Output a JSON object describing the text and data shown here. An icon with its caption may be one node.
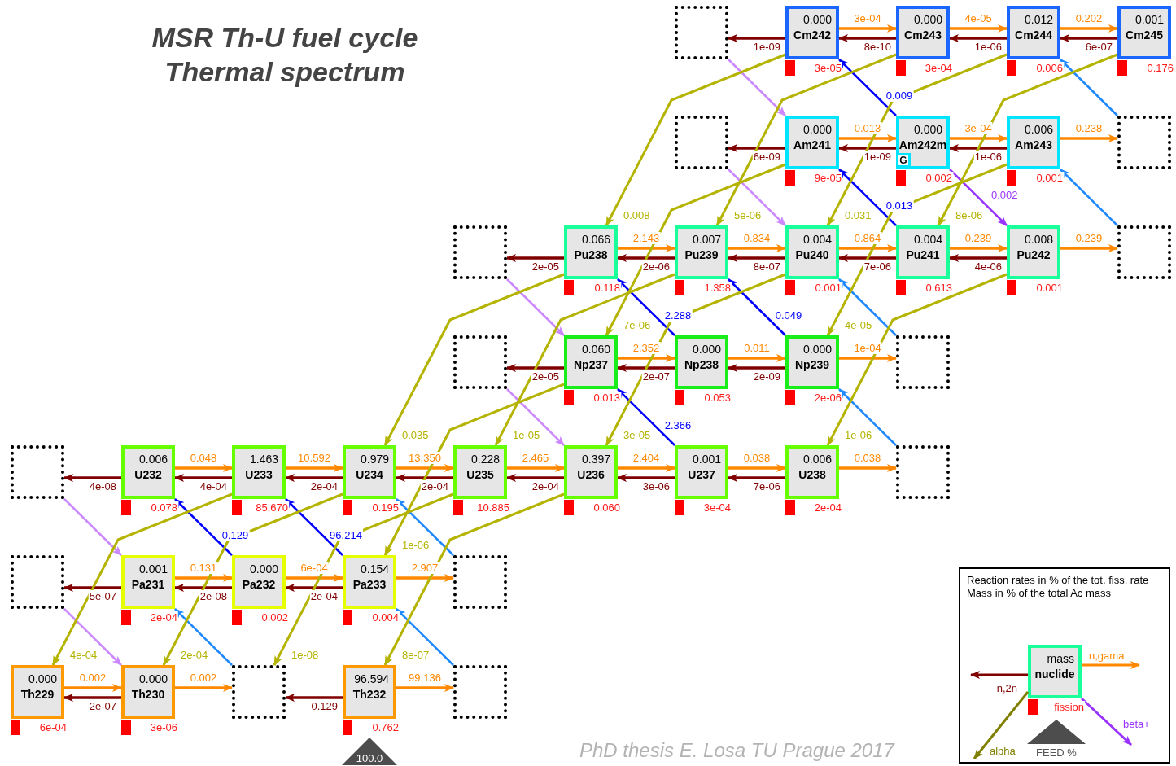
{
  "diagram": {
    "title": "MSR Th-U fuel cycle Thermal spectrum",
    "caption": "PhD thesis E. Losa TU Prague 2017",
    "nodes": [
      {
        "text": [],
        "shape": "box"
      },
      {
        "text": [
          "0.000",
          "Cm242"
        ],
        "beside": [
          "3e-05"
        ]
      },
      {
        "text": [
          "0.000",
          "Cm243"
        ],
        "beside": [
          "3e-04"
        ]
      },
      {
        "text": [
          "0.012",
          "Cm244"
        ],
        "beside": [
          "0.006"
        ]
      },
      {
        "text": [
          "0.001",
          "Cm245"
        ],
        "beside": [
          "0.176"
        ]
      },
      {
        "text": [],
        "shape": "box"
      },
      {
        "text": [
          "0.000",
          "Am241"
        ],
        "beside": [
          "9e-05"
        ]
      },
      {
        "text": [
          "0.000",
          "Am242m"
        ],
        "beside": [
          "0.002"
        ]
      },
      {
        "text": [
          "G"
        ],
        "in": 7
      },
      {
        "text": [
          "0.006",
          "Am243"
        ],
        "beside": [
          "0.001"
        ]
      },
      {
        "text": [],
        "shape": "box"
      },
      {
        "text": [],
        "shape": "box"
      },
      {
        "text": [
          "0.066",
          "Pu238"
        ],
        "beside": [
          "0.118"
        ]
      },
      {
        "text": [
          "0.007",
          "Pu239"
        ],
        "beside": [
          "1.358"
        ]
      },
      {
        "text": [
          "0.004",
          "Pu240"
        ],
        "beside": [
          "0.001"
        ]
      },
      {
        "text": [
          "0.004",
          "Pu241"
        ],
        "beside": [
          "0.613"
        ]
      },
      {
        "text": [
          "0.008",
          "Pu242"
        ],
        "beside": [
          "0.001"
        ]
      },
      {
        "text": [],
        "shape": "box"
      },
      {
        "text": [],
        "shape": "box"
      },
      {
        "text": [
          "0.060",
          "Np237"
        ],
        "beside": [
          "0.013"
        ]
      },
      {
        "text": [
          "0.000",
          "Np238"
        ],
        "beside": [
          "0.053"
        ]
      },
      {
        "text": [
          "0.000",
          "Np239"
        ],
        "beside": [
          "2e-06"
        ]
      },
      {
        "text": [],
        "shape": "box"
      },
      {
        "text": [],
        "shape": "box"
      },
      {
        "text": [
          "0.006",
          "U232"
        ],
        "beside": [
          "0.078"
        ]
      },
      {
        "text": [
          "1.463",
          "U233"
        ],
        "beside": [
          "85.670"
        ]
      },
      {
        "text": [
          "0.979",
          "U234"
        ],
        "beside": [
          "0.195"
        ]
      },
      {
        "text": [
          "0.228",
          "U235"
        ],
        "beside": [
          "10.885"
        ]
      },
      {
        "text": [
          "0.397",
          "U236"
        ],
        "beside": [
          "0.060"
        ]
      },
      {
        "text": [
          "0.001",
          "U237"
        ],
        "beside": [
          "3e-04"
        ]
      },
      {
        "text": [
          "0.006",
          "U238"
        ],
        "beside": [
          "2e-04"
        ]
      },
      {
        "text": [],
        "shape": "box"
      },
      {
        "text": [],
        "shape": "box"
      },
      {
        "text": [
          "0.001",
          "Pa231"
        ],
        "beside": [
          "2e-04"
        ]
      },
      {
        "text": [
          "0.000",
          "Pa232"
        ],
        "beside": [
          "0.002"
        ]
      },
      {
        "text": [
          "0.154",
          "Pa233"
        ],
        "beside": [
          "0.004"
        ]
      },
      {
        "text": [],
        "shape": "box"
      },
      {
        "text": [
          "0.000",
          "Th229"
        ],
        "beside": [
          "6e-04"
        ]
      },
      {
        "text": [
          "0.000",
          "Th230"
        ],
        "beside": [
          "3e-06"
        ]
      },
      {
        "text": [],
        "shape": "box"
      },
      {
        "text": [
          "96.594",
          "Th232"
        ],
        "beside": [
          "0.762"
        ]
      },
      {
        "text": [],
        "shape": "box"
      },
      {
        "text": [
          "100.0"
        ]
      },
      {
        "text": [
          "Reaction rates in % of the tot. fiss. rate",
          "Mass in % of the total Ac mass"
        ]
      },
      {
        "text": [
          "mass",
          "nuclide"
        ],
        "in": 43,
        "beside": [
          "fission"
        ]
      },
      {
        "text": [
          "FEED %"
        ],
        "in": 43
      }
    ],
    "edges": [
      {
        "from": 1,
        "to": 2,
        "arrow": "to",
        "label": "3e-04"
      },
      {
        "from": 2,
        "to": 3,
        "arrow": "to",
        "label": "4e-05"
      },
      {
        "from": 3,
        "to": 4,
        "arrow": "to",
        "label": "0.202"
      },
      {
        "from": 1,
        "to": 0,
        "arrow": "to",
        "label": "1e-09",
        "color": "#800000"
      },
      {
        "from": 2,
        "to": 1,
        "arrow": "to",
        "label": "8e-10",
        "color": "#800000"
      },
      {
        "from": 3,
        "to": 2,
        "arrow": "to",
        "label": "1e-06",
        "color": "#800000"
      },
      {
        "from": 4,
        "to": 3,
        "arrow": "to",
        "label": "6e-07",
        "color": "#800000"
      },
      {
        "from": 6,
        "to": 7,
        "arrow": "to",
        "label": "0.013"
      },
      {
        "from": 7,
        "to": 9,
        "arrow": "to",
        "label": "3e-04"
      },
      {
        "from": 9,
        "to": 10,
        "arrow": "to",
        "label": "0.238"
      },
      {
        "from": 6,
        "to": 5,
        "arrow": "to",
        "label": "6e-09",
        "color": "#800000"
      },
      {
        "from": 7,
        "to": 6,
        "arrow": "to",
        "label": "1e-09",
        "color": "#800000"
      },
      {
        "from": 9,
        "to": 7,
        "arrow": "to",
        "label": "1e-06",
        "color": "#800000"
      },
      {
        "from": 12,
        "to": 13,
        "arrow": "to",
        "label": "2.143"
      },
      {
        "from": 13,
        "to": 14,
        "arrow": "to",
        "label": "0.834"
      },
      {
        "from": 14,
        "to": 15,
        "arrow": "to",
        "label": "0.864"
      },
      {
        "from": 15,
        "to": 16,
        "arrow": "to",
        "label": "0.239"
      },
      {
        "from": 16,
        "to": 17,
        "arrow": "to",
        "label": "0.239"
      },
      {
        "from": 12,
        "to": 11,
        "arrow": "to",
        "label": "2e-05",
        "color": "#800000"
      },
      {
        "from": 13,
        "to": 12,
        "arrow": "to",
        "label": "2e-06",
        "color": "#800000"
      },
      {
        "from": 14,
        "to": 13,
        "arrow": "to",
        "label": "8e-07",
        "color": "#800000"
      },
      {
        "from": 15,
        "to": 14,
        "arrow": "to",
        "label": "7e-06",
        "color": "#800000"
      },
      {
        "from": 16,
        "to": 15,
        "arrow": "to",
        "label": "4e-06",
        "color": "#800000"
      },
      {
        "from": 19,
        "to": 20,
        "arrow": "to",
        "label": "2.352"
      },
      {
        "from": 20,
        "to": 21,
        "arrow": "to",
        "label": "0.011"
      },
      {
        "from": 21,
        "to": 22,
        "arrow": "to",
        "label": "1e-04"
      },
      {
        "from": 19,
        "to": 18,
        "arrow": "to",
        "label": "2e-05",
        "color": "#800000"
      },
      {
        "from": 20,
        "to": 19,
        "arrow": "to",
        "label": "2e-07",
        "color": "#800000"
      },
      {
        "from": 21,
        "to": 20,
        "arrow": "to",
        "label": "2e-09",
        "color": "#800000"
      },
      {
        "from": 24,
        "to": 25,
        "arrow": "to",
        "label": "0.048"
      },
      {
        "from": 25,
        "to": 26,
        "arrow": "to",
        "label": "10.592"
      },
      {
        "from": 26,
        "to": 27,
        "arrow": "to",
        "label": "13.350"
      },
      {
        "from": 27,
        "to": 28,
        "arrow": "to",
        "label": "2.465"
      },
      {
        "from": 28,
        "to": 29,
        "arrow": "to",
        "label": "2.404"
      },
      {
        "from": 29,
        "to": 30,
        "arrow": "to",
        "label": "0.038"
      },
      {
        "from": 30,
        "to": 31,
        "arrow": "to",
        "label": "0.038"
      },
      {
        "from": 24,
        "to": 23,
        "arrow": "to",
        "label": "4e-08",
        "color": "#800000"
      },
      {
        "from": 25,
        "to": 24,
        "arrow": "to",
        "label": "4e-04",
        "color": "#800000"
      },
      {
        "from": 26,
        "to": 25,
        "arrow": "to",
        "label": "2e-04",
        "color": "#800000"
      },
      {
        "from": 27,
        "to": 26,
        "arrow": "to",
        "label": "2e-04",
        "color": "#800000"
      },
      {
        "from": 28,
        "to": 27,
        "arrow": "to",
        "label": "2e-04",
        "color": "#800000"
      },
      {
        "from": 29,
        "to": 28,
        "arrow": "to",
        "label": "3e-06",
        "color": "#800000"
      },
      {
        "from": 30,
        "to": 29,
        "arrow": "to",
        "label": "7e-06",
        "color": "#800000"
      },
      {
        "from": 33,
        "to": 34,
        "arrow": "to",
        "label": "0.131"
      },
      {
        "from": 34,
        "to": 35,
        "arrow": "to",
        "label": "6e-04"
      },
      {
        "from": 35,
        "to": 36,
        "arrow": "to",
        "label": "2.907"
      },
      {
        "from": 33,
        "to": 32,
        "arrow": "to",
        "label": "5e-07",
        "color": "#800000"
      },
      {
        "from": 34,
        "to": 33,
        "arrow": "to",
        "label": "2e-08",
        "color": "#800000"
      },
      {
        "from": 35,
        "to": 34,
        "arrow": "to",
        "label": "2e-04",
        "color": "#800000"
      },
      {
        "from": 37,
        "to": 38,
        "arrow": "to",
        "label": "0.002"
      },
      {
        "from": 38,
        "to": 39,
        "arrow": "to",
        "label": "0.002"
      },
      {
        "from": 40,
        "to": 41,
        "arrow": "to",
        "label": "99.136"
      },
      {
        "from": 38,
        "to": 37,
        "arrow": "to",
        "label": "2e-07",
        "color": "#800000"
      },
      {
        "from": 40,
        "to": 39,
        "arrow": "to",
        "label": "0.129",
        "color": "#800000"
      },
      {
        "from": 34,
        "to": 24,
        "arrow": "to",
        "label": "0.129",
        "color": "#0000ff"
      },
      {
        "from": 35,
        "to": 25,
        "arrow": "to",
        "label": "96.214",
        "color": "#0000ff"
      },
      {
        "from": 20,
        "to": 12,
        "arrow": "to",
        "label": "2.288",
        "color": "#0000ff"
      },
      {
        "from": 21,
        "to": 13,
        "arrow": "to",
        "label": "0.049",
        "color": "#0000ff"
      },
      {
        "from": 29,
        "to": 19,
        "arrow": "to",
        "label": "2.366",
        "color": "#0000ff"
      },
      {
        "from": 7,
        "to": 1,
        "arrow": "to",
        "label": "0.009",
        "color": "#0000ff"
      },
      {
        "from": 15,
        "to": 6,
        "arrow": "to",
        "label": "0.013",
        "color": "#0000ff"
      },
      {
        "from": 39,
        "to": 33,
        "arrow": "to",
        "color": "#1e88ff"
      },
      {
        "from": 41,
        "to": 35,
        "arrow": "to",
        "color": "#1e88ff"
      },
      {
        "from": 36,
        "to": 26,
        "arrow": "to",
        "color": "#1e88ff"
      },
      {
        "from": 31,
        "to": 21,
        "arrow": "to",
        "color": "#1e88ff"
      },
      {
        "from": 22,
        "to": 14,
        "arrow": "to",
        "color": "#1e88ff"
      },
      {
        "from": 17,
        "to": 9,
        "arrow": "to",
        "color": "#1e88ff"
      },
      {
        "from": 10,
        "to": 3,
        "arrow": "to",
        "color": "#1e88ff"
      },
      {
        "from": 0,
        "to": 6,
        "arrow": "to",
        "color": "#cc88ff"
      },
      {
        "from": 5,
        "to": 14,
        "arrow": "to",
        "color": "#cc88ff"
      },
      {
        "from": 11,
        "to": 19,
        "arrow": "to",
        "color": "#cc88ff"
      },
      {
        "from": 18,
        "to": 28,
        "arrow": "to",
        "color": "#cc88ff"
      },
      {
        "from": 23,
        "to": 33,
        "arrow": "to",
        "color": "#cc88ff"
      },
      {
        "from": 32,
        "to": 38,
        "arrow": "to",
        "color": "#cc88ff"
      },
      {
        "from": 7,
        "to": 16,
        "arrow": "to",
        "label": "0.002",
        "color": "#9933ff"
      },
      {
        "from": 25,
        "to": 37,
        "arrow": "to",
        "label": "4e-04",
        "color": "#b3b300"
      },
      {
        "from": 26,
        "to": 38,
        "arrow": "to",
        "label": "2e-04",
        "color": "#b3b300"
      },
      {
        "from": 27,
        "to": 39,
        "arrow": "to",
        "label": "1e-08",
        "color": "#b3b300"
      },
      {
        "from": 28,
        "to": 40,
        "arrow": "to",
        "label": "8e-07",
        "color": "#b3b300"
      },
      {
        "from": 19,
        "to": 35,
        "arrow": "to",
        "label": "1e-06",
        "color": "#b3b300"
      },
      {
        "from": 12,
        "to": 26,
        "arrow": "to",
        "label": "0.035",
        "color": "#b3b300"
      },
      {
        "from": 13,
        "to": 27,
        "arrow": "to",
        "label": "1e-05",
        "color": "#b3b300"
      },
      {
        "from": 14,
        "to": 28,
        "arrow": "to",
        "label": "3e-05",
        "color": "#b3b300"
      },
      {
        "from": 16,
        "to": 30,
        "arrow": "to",
        "label": "1e-06",
        "color": "#b3b300"
      },
      {
        "from": 6,
        "to": 19,
        "arrow": "to",
        "label": "7e-06",
        "color": "#b3b300"
      },
      {
        "from": 9,
        "to": 21,
        "arrow": "to",
        "label": "4e-05",
        "color": "#b3b300"
      },
      {
        "from": 1,
        "to": 12,
        "arrow": "to",
        "label": "0.008",
        "color": "#b3b300"
      },
      {
        "from": 2,
        "to": 13,
        "arrow": "to",
        "label": "5e-06",
        "color": "#b3b300"
      },
      {
        "from": 3,
        "to": 14,
        "arrow": "to",
        "label": "0.031",
        "color": "#b3b300"
      },
      {
        "from": 4,
        "to": 15,
        "arrow": "to",
        "label": "8e-06",
        "color": "#b3b300"
      },
      {
        "from": 44,
        "to": null,
        "arrow": "to",
        "label": "n,gama"
      },
      {
        "from": 44,
        "to": null,
        "arrow": "to",
        "label": "n,2n",
        "color": "#800000"
      },
      {
        "from": 44,
        "to": null,
        "arrow": "to",
        "label": "alpha",
        "color": "#808000"
      },
      {
        "from": 44,
        "to": null,
        "arrow": "to",
        "label": "beta+",
        "color": "#9933ff"
      }
    ]
  }
}
